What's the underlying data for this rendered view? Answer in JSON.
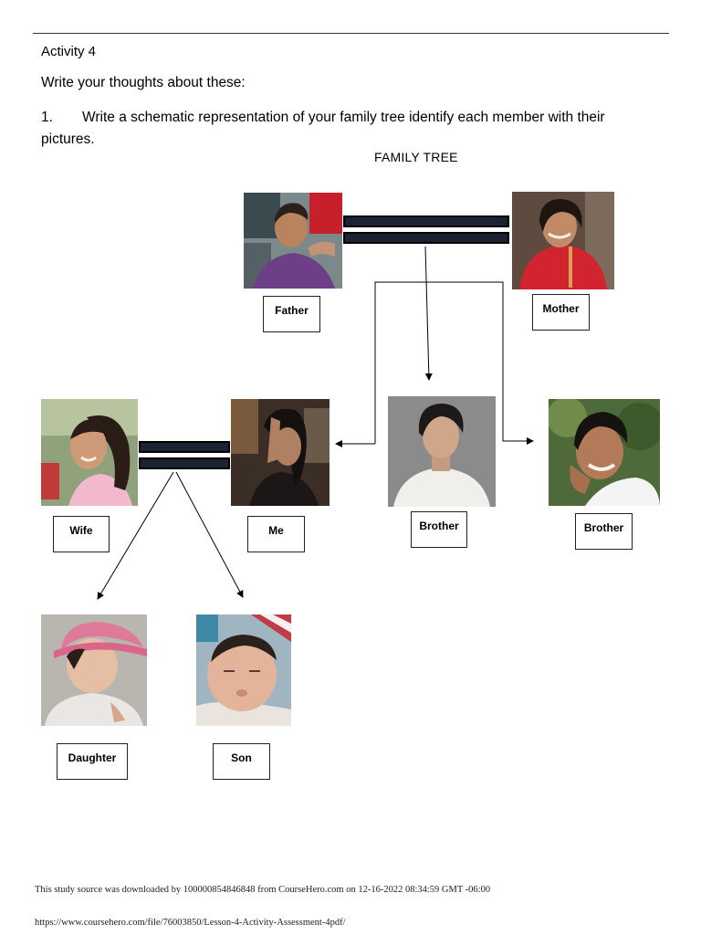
{
  "header": {
    "activity": "Activity 4",
    "instruction": "Write your thoughts about these:",
    "question_number": "1.",
    "question_text": "Write a schematic representation of your family tree identify each member with their pictures."
  },
  "tree": {
    "title": "FAMILY TREE",
    "members": {
      "father": "Father",
      "mother": "Mother",
      "wife": "Wife",
      "me": "Me",
      "brother1": "Brother",
      "brother2": "Brother",
      "daughter": "Daughter",
      "son": "Son"
    }
  },
  "footer": {
    "source": "This study source was downloaded by 100000854846848 from CourseHero.com on 12-16-2022 08:34:59 GMT -06:00",
    "url": "https://www.coursehero.com/file/76003850/Lesson-4-Activity-Assessment-4pdf/"
  }
}
